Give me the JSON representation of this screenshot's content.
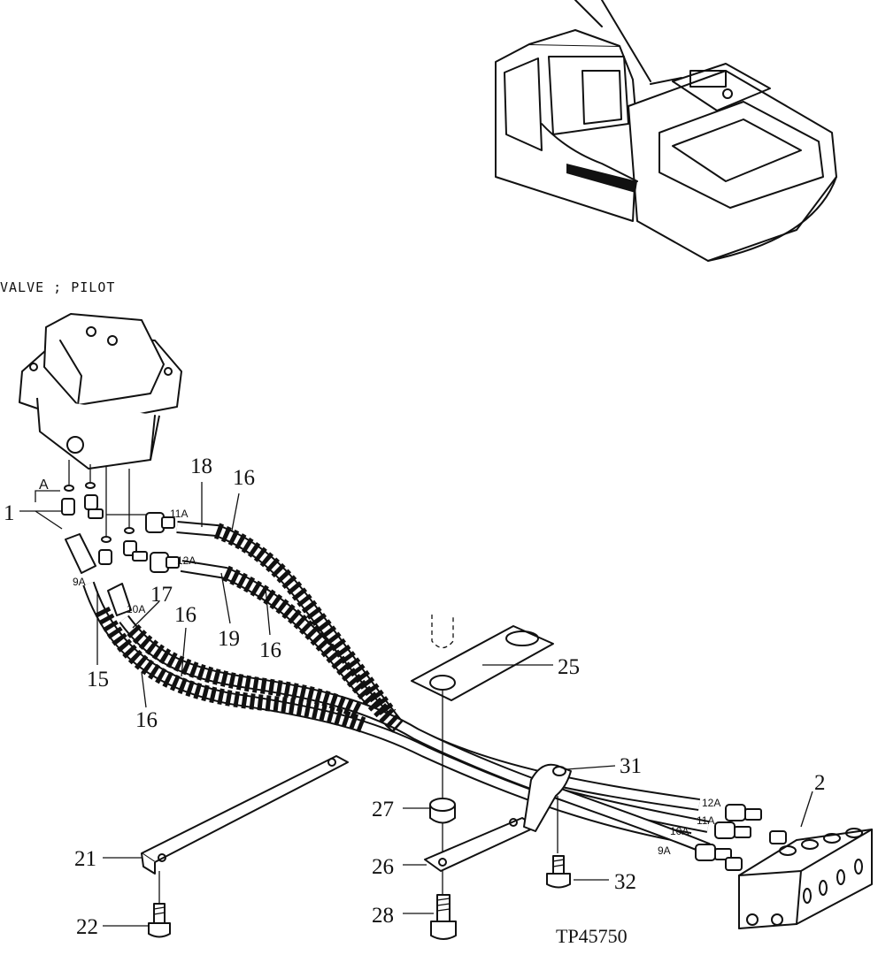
{
  "diagram": {
    "title": "VALVE ; PILOT",
    "figure_code": "TP45750",
    "callouts": {
      "c1": "1",
      "c2": "2",
      "c15": "15",
      "c16a": "16",
      "c16b": "16",
      "c16c": "16",
      "c16d": "16",
      "c17": "17",
      "c18": "18",
      "c19": "19",
      "c21": "21",
      "c22": "22",
      "c25": "25",
      "c26": "26",
      "c27": "27",
      "c28": "28",
      "c31": "31",
      "c32": "32",
      "cA": "A"
    },
    "port_labels": {
      "l9a": "9A",
      "l10a": "10A",
      "l11a": "11A",
      "l12a": "12A",
      "r12a": "12A",
      "r11a": "11A",
      "r10a": "10A",
      "r9a": "9A"
    }
  }
}
